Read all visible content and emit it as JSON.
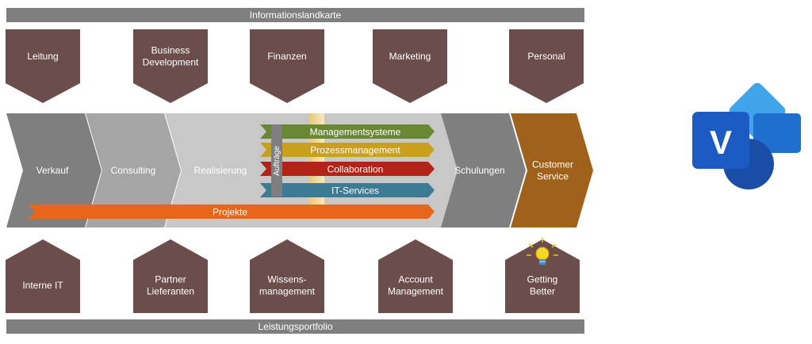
{
  "top_bar": "Informationslandkarte",
  "bottom_bar": "Leistungsportfolio",
  "top_shapes": [
    {
      "lines": [
        "Leitung"
      ]
    },
    {
      "lines": [
        "Business",
        "Development"
      ]
    },
    {
      "lines": [
        "Finanzen"
      ]
    },
    {
      "lines": [
        "Marketing"
      ]
    },
    {
      "lines": [
        "Personal"
      ]
    }
  ],
  "bottom_shapes": [
    {
      "lines": [
        "Interne IT"
      ]
    },
    {
      "lines": [
        "Partner",
        "Lieferanten"
      ]
    },
    {
      "lines": [
        "Wissens-",
        "management"
      ]
    },
    {
      "lines": [
        "Account",
        "Management"
      ]
    },
    {
      "lines": [
        "Getting",
        "Better"
      ]
    }
  ],
  "chevrons": [
    {
      "lines": [
        "Verkauf"
      ],
      "color": "#7f7f7f"
    },
    {
      "lines": [
        "Consulting"
      ],
      "color": "#a5a5a5"
    },
    {
      "lines": [
        "Realisierung"
      ],
      "color": "#c8c8c8"
    },
    {
      "lines": [
        "Schulungen"
      ],
      "color": "#7f7f7f"
    },
    {
      "lines": [
        "Customer",
        "Service"
      ],
      "color": "#a0621b"
    }
  ],
  "inner_arrows": [
    {
      "label": "Managementsysteme",
      "color": "#6a8734"
    },
    {
      "label": "Prozessmanagement",
      "color": "#c9a01c"
    },
    {
      "label": "Collaboration",
      "color": "#b32418"
    },
    {
      "label": "IT-Services",
      "color": "#3d7a94"
    }
  ],
  "projekte": {
    "label": "Projekte",
    "color": "#e8661a"
  },
  "auftraege": "Aufträge",
  "logo": {
    "letter": "V"
  },
  "colors": {
    "shape": "#6b4e4b",
    "bar": "#7f7f7f"
  }
}
